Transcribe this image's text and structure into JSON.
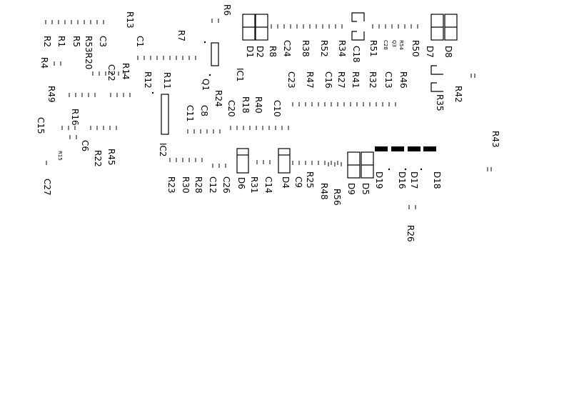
{
  "board": {
    "labels": {
      "R13": "R13",
      "R6": "R6",
      "C1": "C1",
      "R7": "R7",
      "R2": "R2",
      "R1": "R1",
      "R5": "R5",
      "C3": "C3",
      "R53R20": "R53R20",
      "R4": "R4",
      "C22": "C22",
      "R14": "R14",
      "R12": "R12",
      "R11": "R11",
      "Q1": "Q1",
      "IC1": "IC1",
      "D1": "D1",
      "D2": "D2",
      "R8": "R8",
      "C24": "C24",
      "R38": "R38",
      "R52": "R52",
      "R34": "R34",
      "C18": "C18",
      "R51": "R51",
      "C28": "C28",
      "Q3": "Q3",
      "R54": "R54",
      "R50": "R50",
      "D7": "D7",
      "D8": "D8",
      "C23": "C23",
      "R47": "R47",
      "C16": "C16",
      "R27": "R27",
      "R41": "R41",
      "R32": "R32",
      "C13": "C13",
      "R46": "R46",
      "R42": "R42",
      "R35": "R35",
      "R49": "R49",
      "R24": "R24",
      "R18": "R18",
      "R40": "R40",
      "C10": "C10",
      "C11": "C11",
      "C8": "C8",
      "C20": "C20",
      "R16": "R16",
      "C15": "C15",
      "C6": "C6",
      "R45": "R45",
      "R22": "R22",
      "R15": "R15",
      "IC2": "IC2",
      "R43": "R43",
      "R23": "R23",
      "R30": "R30",
      "R28": "R28",
      "C12": "C12",
      "C26": "C26",
      "D6": "D6",
      "R31": "R31",
      "C14": "C14",
      "D4": "D4",
      "R25": "R25",
      "C9": "C9",
      "R48": "R48",
      "R56": "R56",
      "D9": "D9",
      "D5": "D5",
      "D19": "D19",
      "D16": "D16",
      "D17": "D17",
      "D18": "D18",
      "C27": "C27",
      "R26": "R26"
    }
  }
}
